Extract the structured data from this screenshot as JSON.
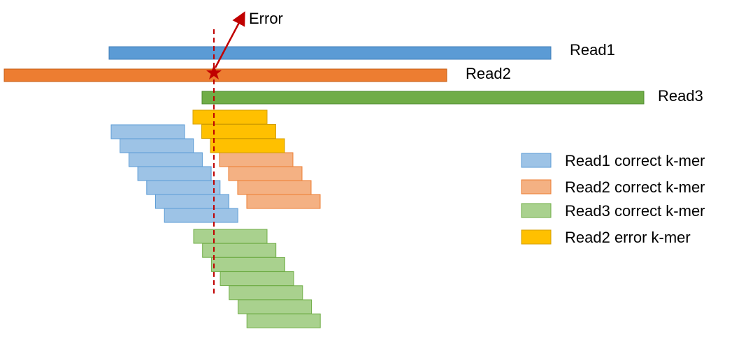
{
  "reads": [
    {
      "id": "read1",
      "label": "Read1",
      "color": "#5b9bd5",
      "edge": "#3f7cb8"
    },
    {
      "id": "read2",
      "label": "Read2",
      "color": "#ed7d31",
      "edge": "#c55f17"
    },
    {
      "id": "read3",
      "label": "Read3",
      "color": "#70ad47",
      "edge": "#4e8a2e"
    }
  ],
  "error_label": "Error",
  "colors": {
    "read1_kmer_fill": "#9dc3e6",
    "read1_kmer_edge": "#5b9bd5",
    "read2_kmer_fill": "#f4b183",
    "read2_kmer_edge": "#ed7d31",
    "read3_kmer_fill": "#a9d18e",
    "read3_kmer_edge": "#70ad47",
    "error_kmer_fill": "#ffc000",
    "error_kmer_edge": "#d49f00",
    "error_marker": "#c00000"
  },
  "legend": [
    {
      "label": "Read1 correct k-mer",
      "fill": "#9dc3e6",
      "edge": "#5b9bd5"
    },
    {
      "label": "Read2 correct k-mer",
      "fill": "#f4b183",
      "edge": "#ed7d31"
    },
    {
      "label": "Read3 correct k-mer",
      "fill": "#a9d18e",
      "edge": "#70ad47"
    },
    {
      "label": "Read2 error k-mer",
      "fill": "#ffc000",
      "edge": "#d49f00"
    }
  ]
}
